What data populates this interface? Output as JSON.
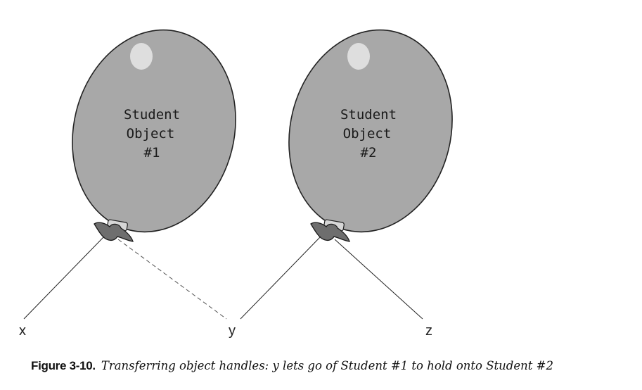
{
  "balloons": [
    {
      "line1": "Student",
      "line2": "Object",
      "line3": "#1"
    },
    {
      "line1": "Student",
      "line2": "Object",
      "line3": "#2"
    }
  ],
  "handles": {
    "x": "x",
    "y": "y",
    "z": "z"
  },
  "caption": {
    "label": "Figure 3-10.",
    "text": "Transferring object handles:  y lets go of Student #1 to hold onto Student #2"
  },
  "colors": {
    "balloon_fill": "#a8a8a8",
    "balloon_stroke": "#222222",
    "highlight": "#dedede",
    "string": "#222222"
  }
}
